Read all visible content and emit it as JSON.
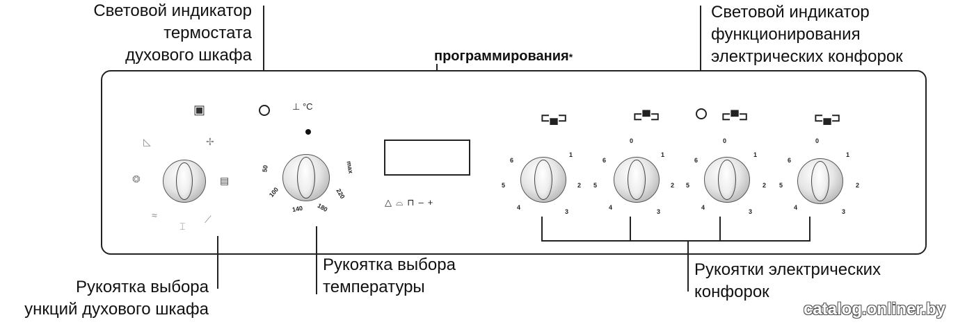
{
  "labels": {
    "oven_thermostat_lamp": [
      "Световой индикатор",
      "термостата",
      "духового шкафа"
    ],
    "programming": "программирования",
    "programming_star": "*",
    "hotplate_lamp": [
      "Световой индикатор",
      "функционирования",
      "электрических конфорок"
    ],
    "function_knob": [
      "Рукоятка выбора",
      "ункций духового шкафа"
    ],
    "temperature_knob": [
      "Рукоятка выбора",
      "температуры"
    ],
    "hotplate_knobs": [
      "Рукоятки электрических",
      "конфорок"
    ]
  },
  "temperature_scale": {
    "unit": "°C",
    "marks": [
      "50",
      "100",
      "140",
      "180",
      "220",
      "max"
    ]
  },
  "programmer_icons": [
    "△",
    "⌓",
    "⊓",
    "–",
    "+"
  ],
  "hotplate_scale": [
    "0",
    "1",
    "2",
    "3",
    "4",
    "5",
    "6"
  ],
  "watermark": "catalog.onliner.by"
}
